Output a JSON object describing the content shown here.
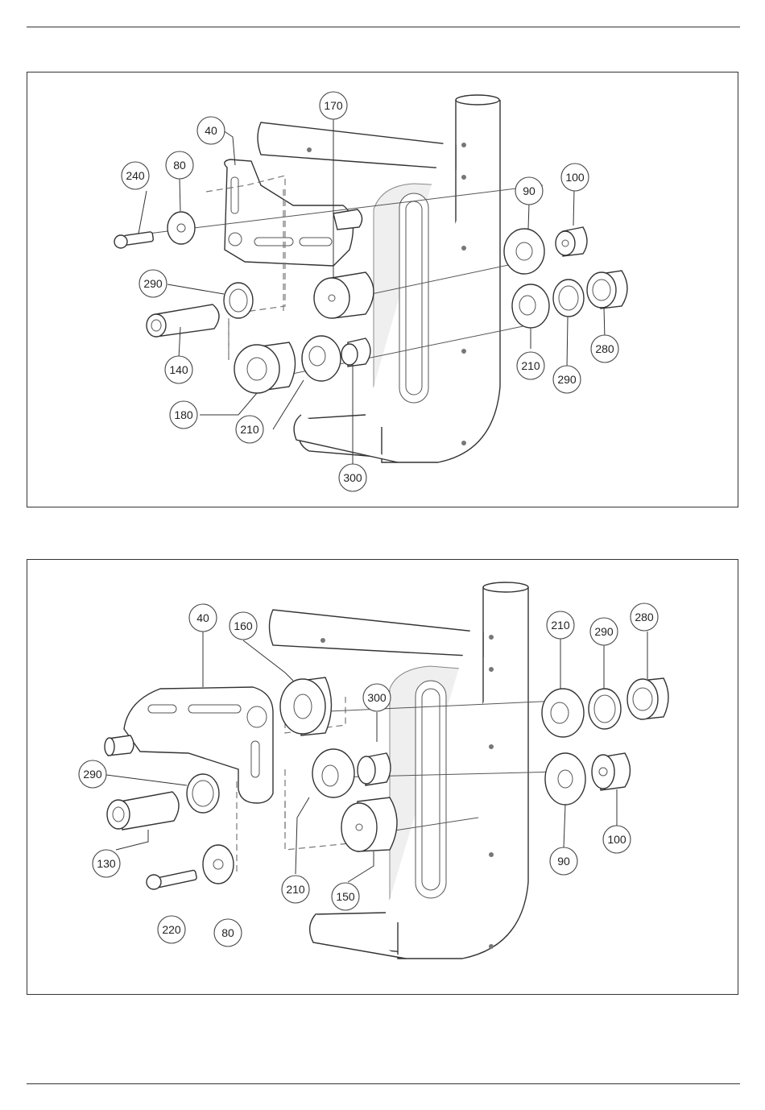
{
  "figure_top": {
    "labels": [
      "40",
      "80",
      "90",
      "100",
      "140",
      "170",
      "180",
      "210",
      "210",
      "240",
      "280",
      "290",
      "290",
      "300"
    ]
  },
  "figure_bottom": {
    "labels": [
      "40",
      "80",
      "90",
      "100",
      "130",
      "150",
      "160",
      "210",
      "210",
      "220",
      "280",
      "290",
      "290",
      "300"
    ]
  }
}
